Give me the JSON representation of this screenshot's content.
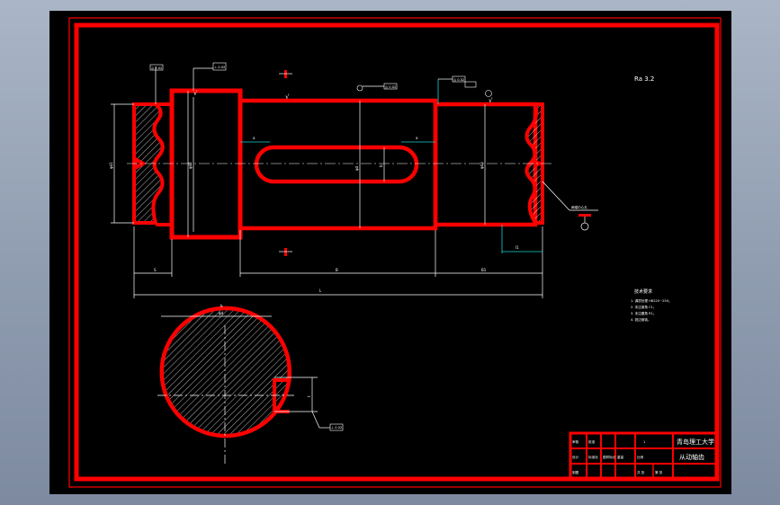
{
  "title_block": {
    "school": "青岛理工大学",
    "part_name": "从动轴齿",
    "cells_row1": [
      "审核",
      "批准",
      "",
      "",
      "",
      ""
    ],
    "cells_row2": [
      "设计",
      "标准化",
      "图样标记",
      "",
      "重量",
      "比例"
    ],
    "cells_row3": [
      "制图",
      "",
      "共 张",
      "第 张",
      "",
      ""
    ],
    "sheet_no": "1"
  },
  "tech_notes": {
    "heading": "技术要求",
    "lines": [
      "1. 调质处理 HB220~250；",
      "2. 未注倒角 C1；",
      "3. 未注圆角 R1；",
      "4. 锐边倒钝。"
    ]
  },
  "roughness_global": "Ra 3.2",
  "dimensions": {
    "overall_length": "L",
    "seg_left": "S",
    "seg_mid": "B",
    "seg_right": "B1",
    "dia_left": "φd1",
    "dia_shoulder": "φd2",
    "dia_mid": "φd",
    "dia_right": "φd3",
    "keyway_len": "l",
    "keyway_width": "b",
    "keyway_left": "a",
    "keyway_right": "a",
    "section_width": "b",
    "section_dia": "φd",
    "section_depth": "t",
    "right_end_offset": "l1"
  },
  "callouts": {
    "runout_left": "◎ 0.02",
    "runout_shoulder": "⊥ 0.02",
    "runout_mid": "◎ 0.02",
    "runout_right": "◎ 0.02",
    "keyway_sym": "≡ 0.02",
    "leader_label": "两端中心孔",
    "section_label": "⊥ 0.02"
  },
  "colors": {
    "frame": "#ff0000",
    "line": "#ffffff",
    "dim_cyan": "#19d3d3",
    "background": "#000000"
  }
}
